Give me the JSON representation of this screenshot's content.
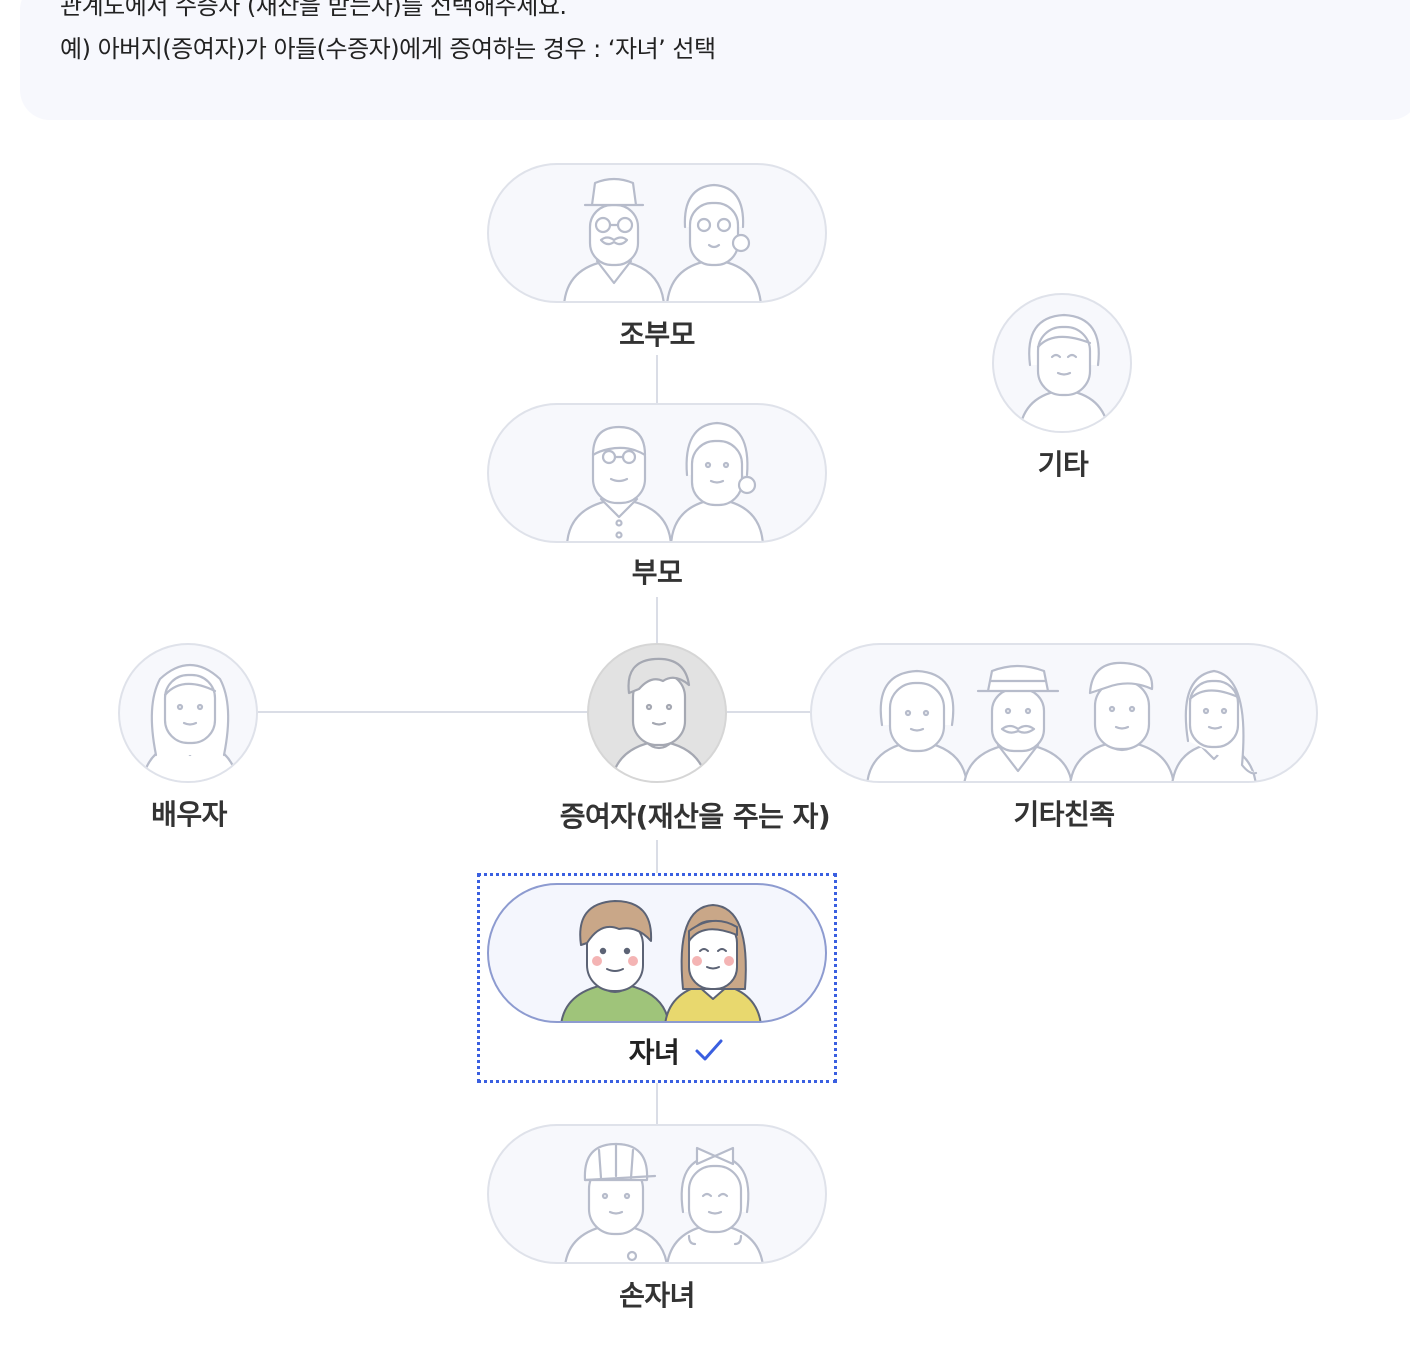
{
  "instructions": {
    "line1": "관계도에서 수증자 (재산을 받는자)를 선택해주세요.",
    "line2": "예) 아버지(증여자)가 아들(수증자)에게 증여하는 경우 : ‘자녀’ 선택"
  },
  "nodes": {
    "grandparents": {
      "label": "조부모",
      "icon": "grandparents-icon"
    },
    "parents": {
      "label": "부모",
      "icon": "parents-icon"
    },
    "other": {
      "label": "기타",
      "icon": "other-person-icon"
    },
    "spouse": {
      "label": "배우자",
      "icon": "spouse-icon"
    },
    "giver": {
      "label": "증여자(재산을 주는 자)",
      "icon": "giver-icon"
    },
    "relatives": {
      "label": "기타친족",
      "icon": "relatives-icon"
    },
    "children": {
      "label": "자녀",
      "icon": "children-icon",
      "selected": true
    },
    "grandchildren": {
      "label": "손자녀",
      "icon": "grandchildren-icon"
    }
  },
  "colors": {
    "selection_border": "#3a5fe0",
    "check": "#3a5fe0",
    "outline": "#b7bccb",
    "son_shirt": "#9fc47a",
    "daughter_shirt": "#e8d86e",
    "hair": "#c9a788"
  }
}
